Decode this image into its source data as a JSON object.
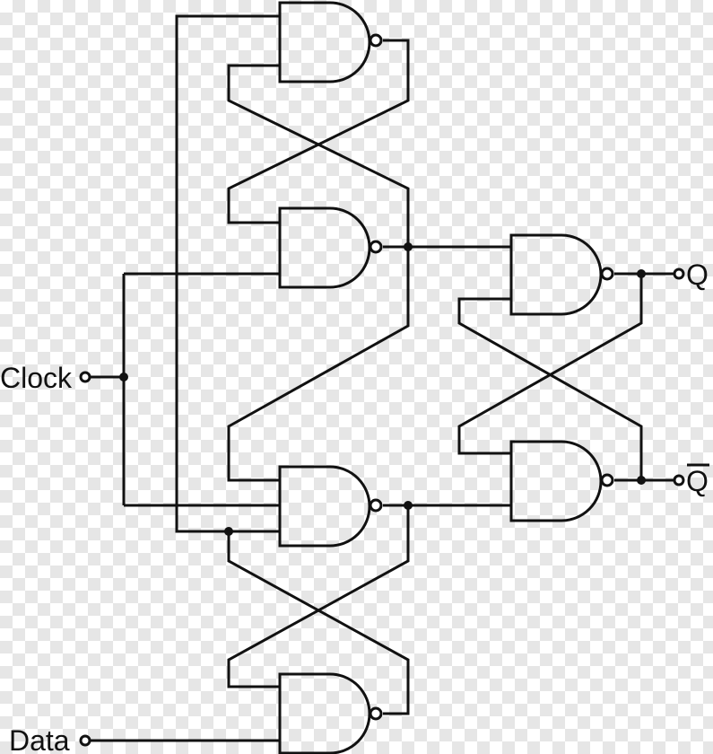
{
  "labels": {
    "clock": "Clock",
    "data": "Data",
    "q": "Q",
    "q_bar": "Q"
  }
}
